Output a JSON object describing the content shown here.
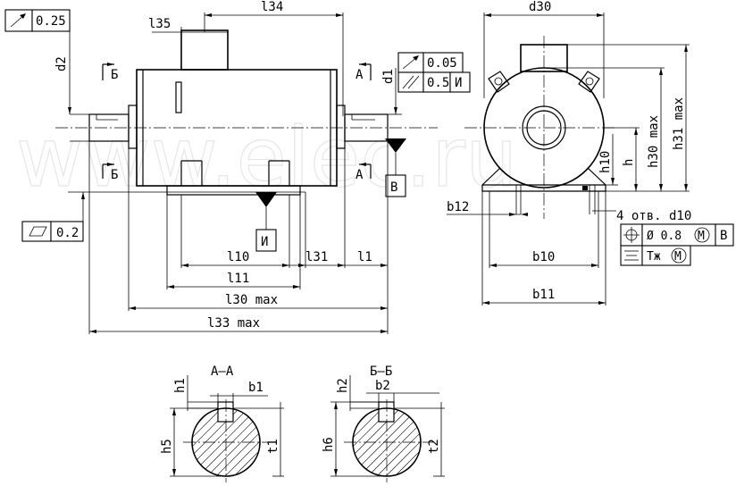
{
  "watermark": "www.elec.ru",
  "dims": {
    "l34": "l34",
    "l35": "l35",
    "d2": "d2",
    "d1": "d1",
    "d30": "d30",
    "h31max": "h31 max",
    "h30max": "h30 max",
    "h10": "h10",
    "h": "h",
    "b12": "b12",
    "b10": "b10",
    "b11": "b11",
    "l10": "l10",
    "l31": "l31",
    "l1": "l1",
    "l11": "l11",
    "l30max": "l30 max",
    "l33max": "l33 max",
    "holes": "4 отв. d10"
  },
  "sections": {
    "aa": {
      "title": "A–A",
      "h1": "h1",
      "b1": "b1",
      "h5": "h5",
      "t1": "t1"
    },
    "bb": {
      "title": "Б–Б",
      "h2": "h2",
      "b2": "b2",
      "h6": "h6",
      "t2": "t2"
    }
  },
  "section_marks": {
    "b": "Б",
    "a": "A"
  },
  "datums": {
    "i": "И",
    "v": "В"
  },
  "tolerances": {
    "runout_left": "0.25",
    "runout_shaft": "0.05",
    "parallel": "0.5",
    "parallel_ref": "И",
    "flat": "0.2",
    "position": "Ø 0.8",
    "position_ref": "В",
    "symmetry": "Tж",
    "m": "M"
  }
}
